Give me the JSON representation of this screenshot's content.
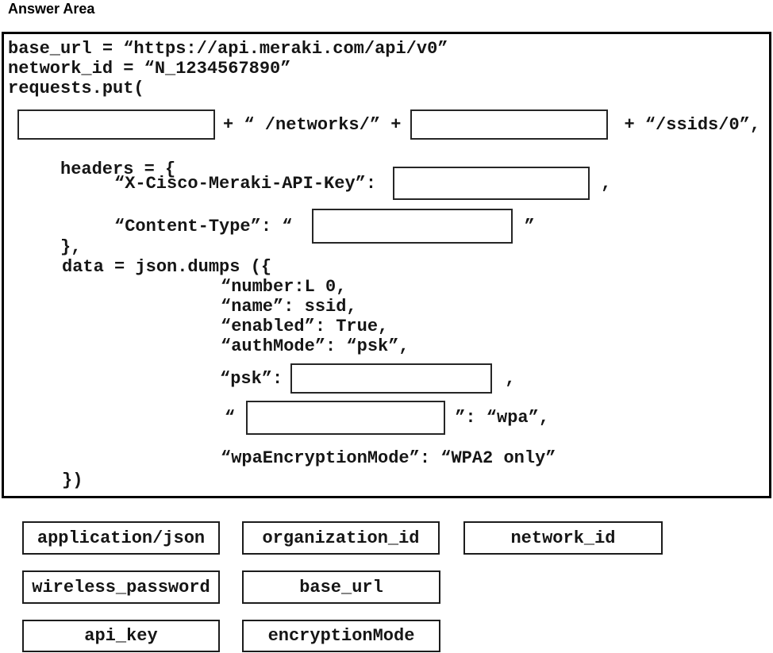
{
  "title": "Answer Area",
  "code": {
    "line_base_url": "base_url = “https://api.meraki.com/api/v0”",
    "line_network_id": "network_id = “N_1234567890”",
    "line_requests_put": "requests.put(",
    "url_row_mid": "+ “ /networks/” +",
    "url_row_tail": "+ “/ssids/0”,",
    "headers_open": "headers = {",
    "api_key_label": "“X-Cisco-Meraki-API-Key”:",
    "api_key_after": ",",
    "content_type_label": "“Content-Type”: “",
    "content_type_after": "”",
    "headers_close": "},",
    "data_open": "data = json.dumps ({",
    "entries": [
      "“number:L 0,",
      "“name”: ssid,",
      "“enabled”: True,",
      "“authMode”: “psk”,"
    ],
    "psk_label": "“psk”:",
    "psk_after": ",",
    "wpa_before": "“",
    "wpa_after": "”: “wpa”,",
    "wpa_mode_line": "“wpaEncryptionMode”: “WPA2 only”",
    "close_paren": "})"
  },
  "tokens": [
    "application/json",
    "organization_id",
    "network_id",
    "wireless_password",
    "base_url",
    "api_key",
    "encryptionMode"
  ]
}
